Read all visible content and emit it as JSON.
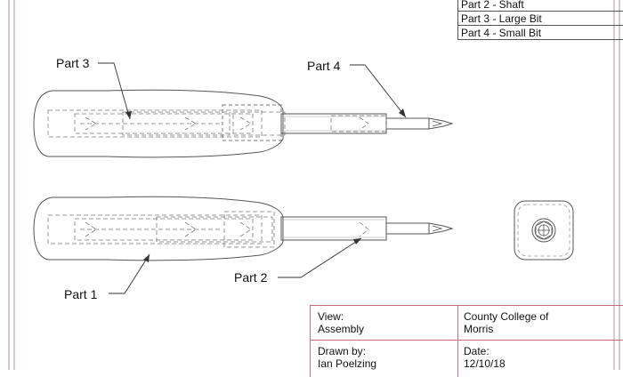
{
  "parts_list": [
    "Part 2 - Shaft",
    "Part 3 - Large Bit",
    "Part 4 - Small Bit"
  ],
  "callouts": {
    "part1": "Part 1",
    "part2": "Part 2",
    "part3": "Part 3",
    "part4": "Part 4"
  },
  "title_block": {
    "view_label": "View:",
    "view_value": "Assembly",
    "school_line1": "County College of",
    "school_line2": "Morris",
    "drawn_label": "Drawn by:",
    "drawn_value": "Ian Poelzing",
    "date_label": "Date:",
    "date_value": "12/10/18"
  },
  "colors": {
    "line": "#555555",
    "hidden": "#7a7a7a",
    "border": "#c07080"
  }
}
